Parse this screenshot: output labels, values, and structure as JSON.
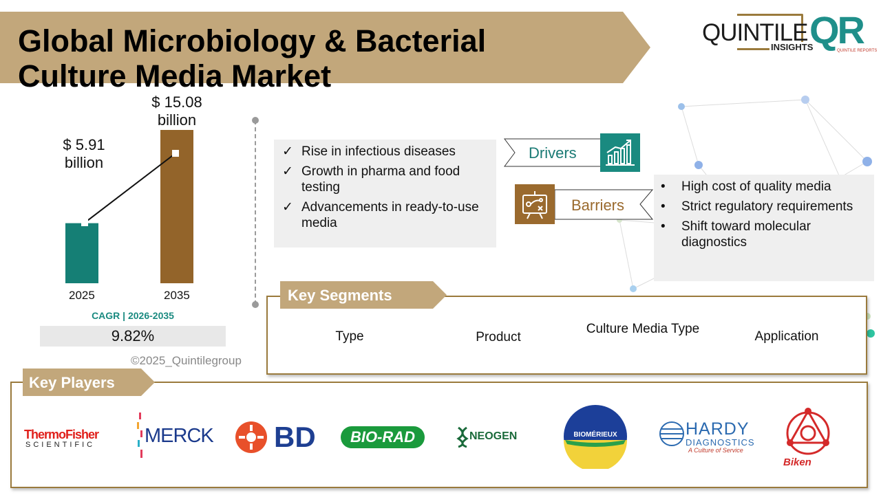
{
  "header": {
    "title_line1": "Global Microbiology & Bacterial",
    "title_line2": "Culture Media Market",
    "banner_color": "#c2a77b"
  },
  "logo": {
    "company": "QUINTILE",
    "sub": "INSIGHTS",
    "mark": "QR",
    "mark_sub": "QUINTILE REPORTS"
  },
  "market_size": {
    "bars": [
      {
        "year": "2025",
        "value_text_1": "$ 5.91",
        "value_text_2": "billion",
        "value": 5.91,
        "color": "#157f75"
      },
      {
        "year": "2035",
        "value_text_1": "$ 15.08",
        "value_text_2": "billion",
        "value": 15.08,
        "color": "#93642a"
      }
    ],
    "cagr_label": "CAGR | 2026-2035",
    "cagr_value": "9.82%",
    "copyright": "©2025_Quintilegroup"
  },
  "drivers": {
    "label": "Drivers",
    "items": [
      "Rise in infectious diseases",
      "Growth in pharma and food testing",
      "Advancements in ready-to-use media"
    ],
    "check": "✓"
  },
  "barriers": {
    "label": "Barriers",
    "items": [
      "High cost of quality media",
      "Strict regulatory requirements",
      "Shift toward molecular diagnostics"
    ],
    "bullet": "•"
  },
  "segments": {
    "label": "Key Segments",
    "items": [
      "Type",
      "Product",
      "Culture Media Type",
      "Application"
    ]
  },
  "players": {
    "label": "Key Players",
    "thermo_1": "ThermoFisher",
    "thermo_2": "SCIENTIFIC",
    "merck": "MERCK",
    "bd": "BD",
    "biorad": "BIO-RAD",
    "neogen": "NEOGEN",
    "biomerieux": "BIOMÉRIEUX",
    "hardy_1": "HARDY",
    "hardy_2": "DIAGNOSTICS",
    "hardy_3": "A Culture of Service",
    "biken": "Biken"
  },
  "colors": {
    "teal": "#1a8a80",
    "brown": "#9a6a2e",
    "gold": "#c2a77b",
    "frame": "#9a7a3c"
  }
}
